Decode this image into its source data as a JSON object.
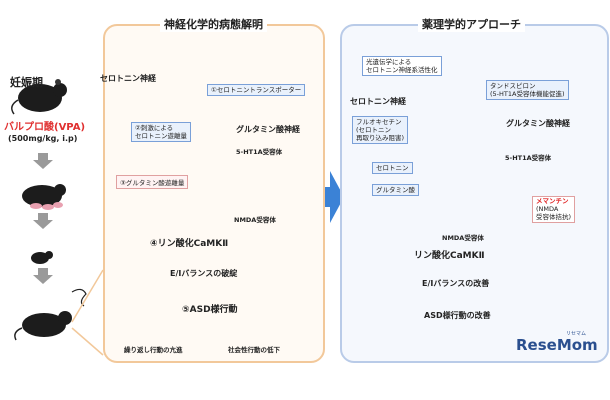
{
  "left_column": {
    "pregnancy_label": "妊娠期",
    "drug_label": "バルプロ酸(VPA)",
    "dose_label": "(500mg/kg, i.p)"
  },
  "left_panel": {
    "title": "神経化学的病態解明",
    "serotonin_neuron": "セロトニン神経",
    "step1": "①セロトニントランスポーター",
    "step2_line1": "②刺激による",
    "step2_line2": "セロトニン遊離量",
    "glutamate_neuron": "グルタミン酸神経",
    "receptor_5ht1a": "5-HT1A受容体",
    "step3": "③グルタミン酸遊離量",
    "nmda_receptor": "NMDA受容体",
    "step4": "④リン酸化CaMKⅡ",
    "ei_balance": "E/Iバランスの破綻",
    "step5": "⑤ASD様行動",
    "behavior1": "繰り返し行動の亢進",
    "behavior2": "社会性行動の低下"
  },
  "right_panel": {
    "title": "薬理学的アプローチ",
    "optogenetics_line1": "光遺伝学による",
    "optogenetics_line2": "セロトニン神経系活性化",
    "serotonin_neuron": "セロトニン神経",
    "tandospirone_line1": "タンドスピロン",
    "tandospirone_line2": "(5-HT1A受容体機能促進)",
    "fluoxetine_line1": "フルオキセチン",
    "fluoxetine_line2": "(セロトニン",
    "fluoxetine_line3": "再取り込み阻害)",
    "glutamate_neuron": "グルタミン酸神経",
    "receptor_5ht1a": "5-HT1A受容体",
    "serotonin_box": "セロトニン",
    "glutamate_box": "グルタミン酸",
    "memantine_line1": "メマンチン",
    "memantine_line2": "(NMDA",
    "memantine_line3": "受容体拮抗)",
    "nmda_receptor": "NMDA受容体",
    "camk": "リン酸化CaMKⅡ",
    "ei_balance": "E/Iバランスの改善",
    "asd": "ASD様行動の改善"
  },
  "logo": {
    "text": "ReseMom",
    "sub": "リセマム"
  },
  "colors": {
    "up_arrow": "#e02020",
    "down_arrow": "#3a6fc4",
    "big_arrow": "#3b82d6",
    "left_border": "#f2c89a",
    "right_border": "#b9cbe8"
  }
}
